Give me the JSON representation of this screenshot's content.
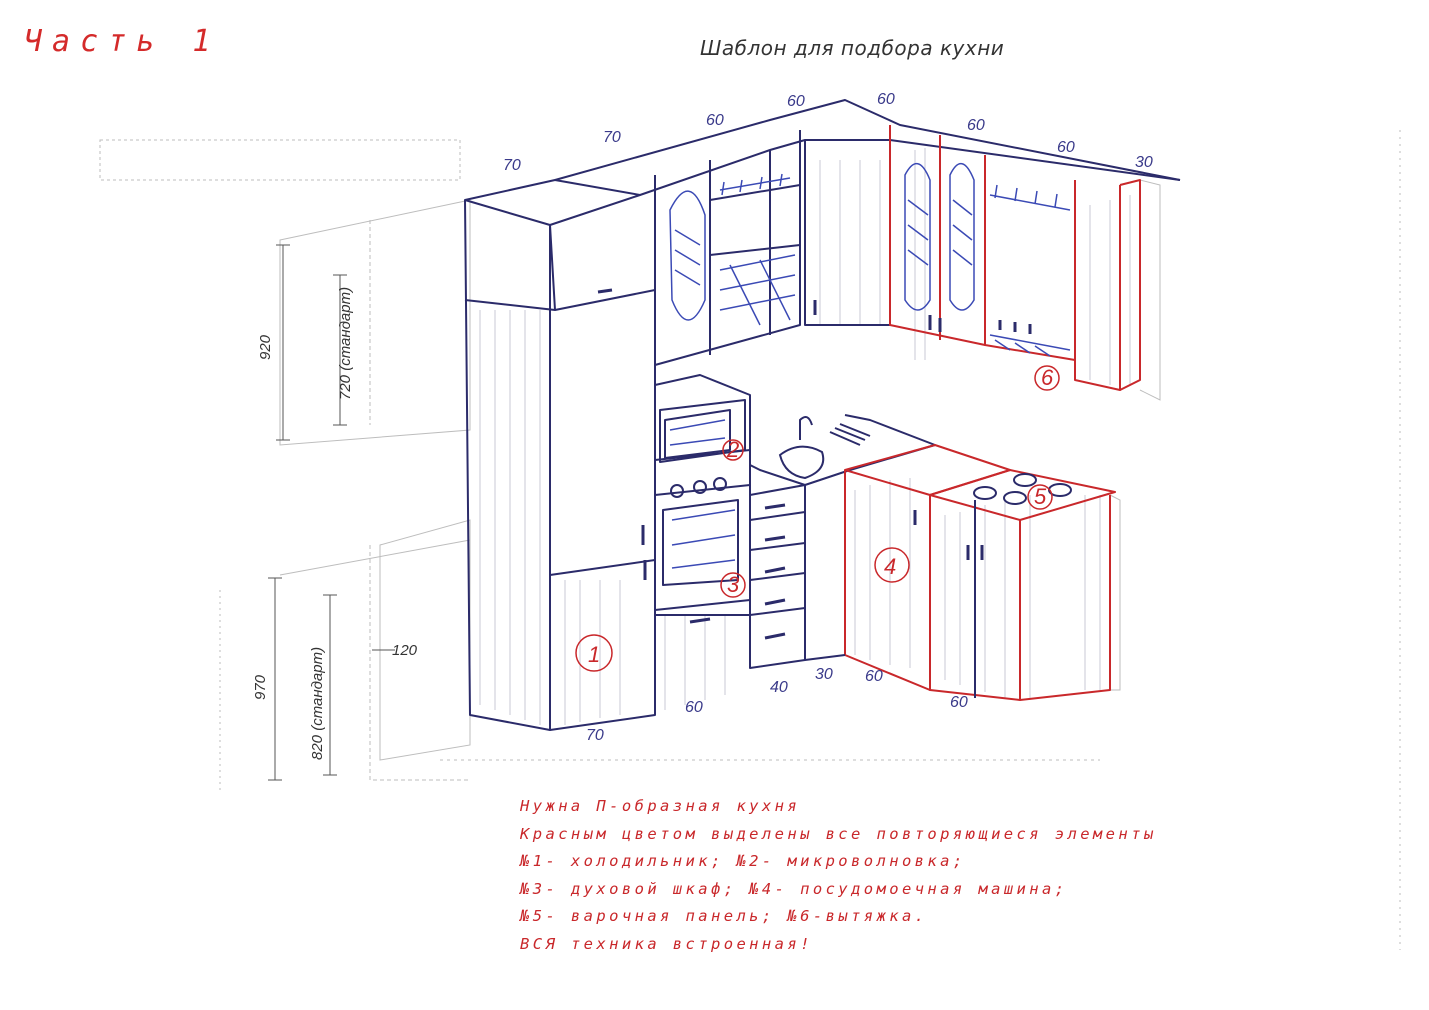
{
  "part_label": "Часть 1",
  "title": "Шаблон для подбора кухни",
  "dimensions": {
    "top": [
      "70",
      "70",
      "60",
      "60",
      "60",
      "60",
      "60",
      "30"
    ],
    "bottom": [
      "70",
      "60",
      "40",
      "30",
      "60",
      "60"
    ],
    "left_heights": [
      "920",
      "720 (стандарт)",
      "970",
      "820 (стандарт)"
    ],
    "depth": "120"
  },
  "markers": [
    "1",
    "2",
    "3",
    "4",
    "5",
    "6"
  ],
  "notes": [
    "Нужна П-образная кухня",
    "Красным цветом выделены все повторяющиеся элементы",
    "№1- холодильник; №2- микроволновка;",
    "№3- духовой шкаф; №4- посудомоечная машина;",
    "№5- варочная панель; №6-вытяжка.",
    "ВСЯ техника встроенная!"
  ],
  "colors": {
    "accent": "#c9282b",
    "ink": "#2b2b6a",
    "grey": "#9a9a9a"
  }
}
